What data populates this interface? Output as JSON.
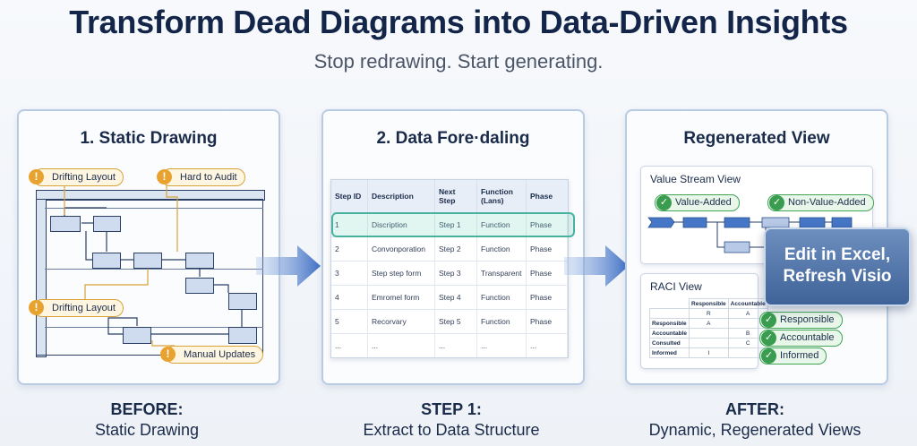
{
  "header": {
    "title": "Transform Dead Diagrams into Data-Driven Insights",
    "subtitle": "Stop redrawing. Start generating."
  },
  "panels": [
    {
      "title": "1. Static Drawing",
      "callouts": [
        "Drifting Layout",
        "Hard to Audit",
        "Drifting Layout",
        "Manual Updates"
      ],
      "caption_bold": "BEFORE:",
      "caption": "Static Drawing"
    },
    {
      "title": "2. Data Fore·daling",
      "caption_bold": "STEP 1:",
      "caption": "Extract to Data Structure"
    },
    {
      "title": "Regenerated View",
      "caption_bold": "AFTER:",
      "caption": "Dynamic, Regenerated Views"
    }
  ],
  "table": {
    "headers": [
      "Step ID",
      "Description",
      "Next Step",
      "Function (Lans)",
      "Phase"
    ],
    "rows": [
      [
        "1",
        "Discription",
        "Step 1",
        "Function",
        "Phase"
      ],
      [
        "2",
        "Convonporation",
        "Step 2",
        "Function",
        "Phase"
      ],
      [
        "3",
        "Step step form",
        "Step 3",
        "Transparent",
        "Phase"
      ],
      [
        "4",
        "Emromel form",
        "Step 4",
        "Function",
        "Phase"
      ],
      [
        "5",
        "Recorvary",
        "Step 5",
        "Function",
        "Phase"
      ],
      [
        "...",
        "...",
        "...",
        "...",
        "..."
      ]
    ]
  },
  "value_stream": {
    "title": "Value Stream View",
    "pills": [
      "Value-Added",
      "Non-Value-Added"
    ]
  },
  "raci": {
    "title": "RACI View",
    "col_headers": [
      "Responsible",
      "Accountable"
    ],
    "rows": [
      {
        "label": "",
        "c1": "R",
        "c2": "A"
      },
      {
        "label": "Responsible",
        "c1": "A",
        "c2": ""
      },
      {
        "label": "Accountable",
        "c1": "",
        "c2": "B"
      },
      {
        "label": "Consulted",
        "c1": "",
        "c2": "C"
      },
      {
        "label": "Informed",
        "c1": "I",
        "c2": ""
      }
    ],
    "pills": [
      "Responsible",
      "Accountable",
      "Informed"
    ]
  },
  "edit_box": {
    "line1": "Edit in Excel,",
    "line2": "Refresh Visio"
  },
  "colors": {
    "accent_blue": "#3f6fc4",
    "warning": "#e8a230",
    "success": "#3a9c4f",
    "highlight": "#47b39f"
  }
}
